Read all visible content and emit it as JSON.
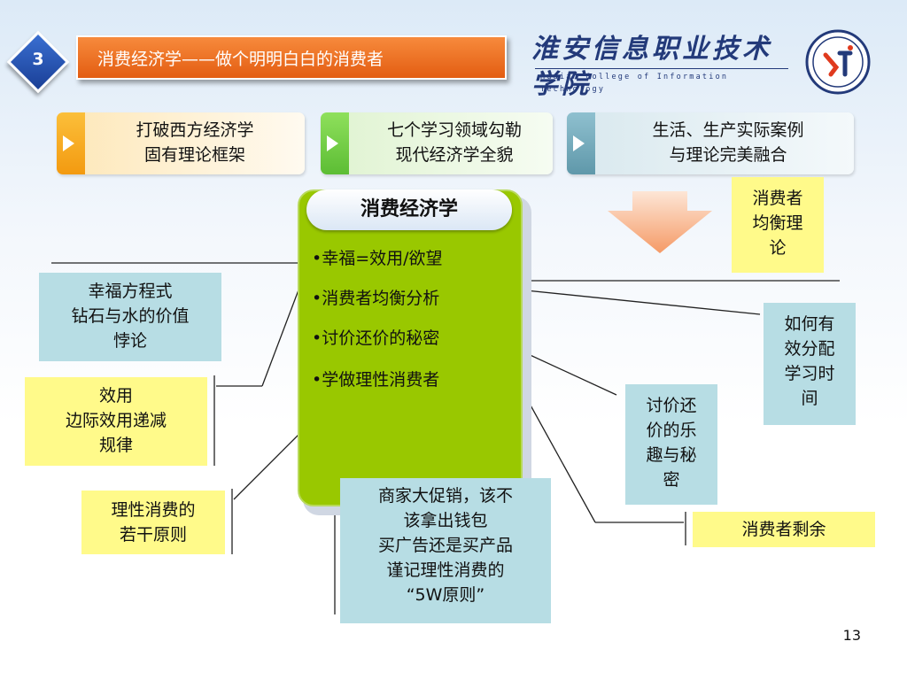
{
  "header": {
    "section_number": "3",
    "title": "消费经济学——做个明明白白的消费者",
    "logo_text": "淮安信息职业技术学院",
    "logo_subtitle": "Huaian College of Information Technology"
  },
  "tabs": [
    {
      "text": "打破西方经济学\n固有理论框架",
      "color": "#f7a41c"
    },
    {
      "text": "七个学习领域勾勒\n现代经济学全貌",
      "color": "#74d14a"
    },
    {
      "text": "生活、生产实际案例\n与理论完美融合",
      "color": "#6fa8b8"
    }
  ],
  "center": {
    "title": "消费经济学",
    "bullets": [
      "•幸福=效用/欲望",
      "•消费者均衡分析",
      "•讨价还价的秘密",
      "•学做理性消费者"
    ]
  },
  "notes": {
    "happiness": "幸福方程式\n钻石与水的价值\n悖论",
    "utility": "效用\n边际效用递减\n规律",
    "rational": "理性消费的\n若干原则",
    "promo": "商家大促销，该不\n该拿出钱包\n买广告还是买产品\n谨记理性消费的\n“5W原则”",
    "equilibrium_theory": "消费者\n均衡理\n论",
    "time_allocation": "如何有\n效分配\n学习时\n间",
    "bargain_fun": "讨价还\n价的乐\n趣与秘\n密",
    "surplus": "消费者剩余"
  },
  "page_number": "13"
}
